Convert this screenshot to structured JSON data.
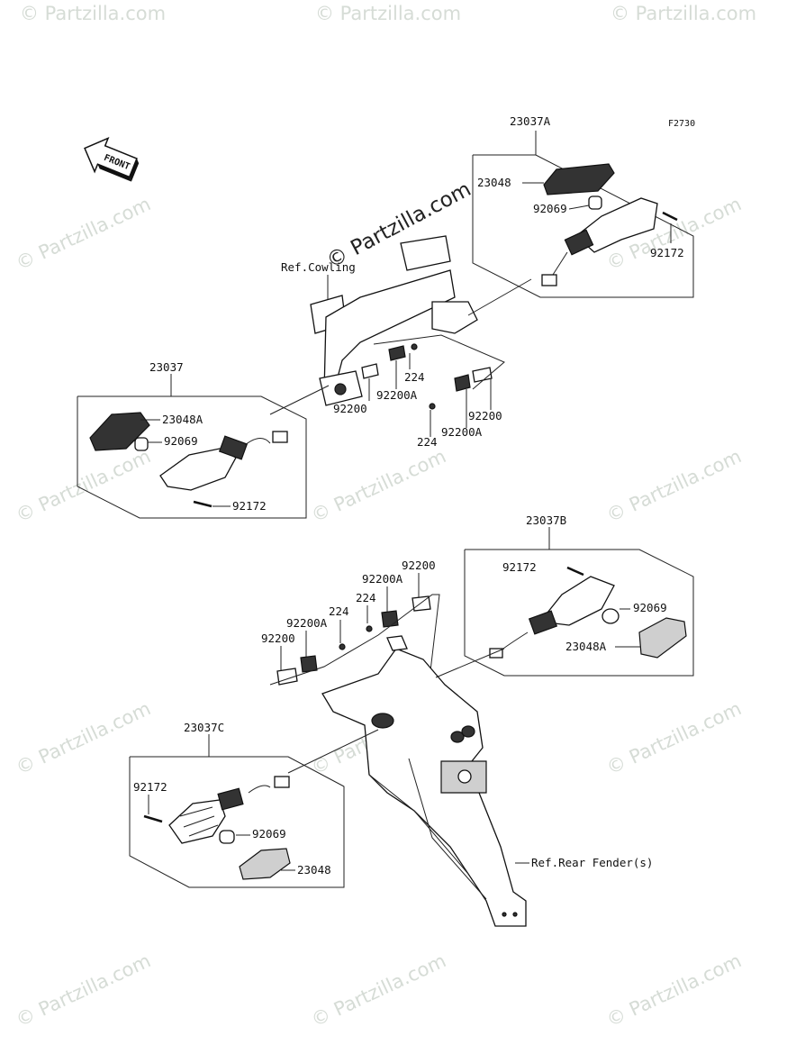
{
  "figure_code": "F2730",
  "front_label": "FRONT",
  "watermark": "© Partzilla.com",
  "callouts": {
    "a_23037A": "23037A",
    "a_23048": "23048",
    "a_92069": "92069",
    "a_92172": "92172",
    "ref_cowling": "Ref.Cowling",
    "fl_23037": "23037",
    "fl_23048A": "23048A",
    "fl_92069": "92069",
    "fl_92172": "92172",
    "m_224_1": "224",
    "m_92200A_1": "92200A",
    "m_92200_1": "92200",
    "m_92200_2": "92200",
    "m_224_2": "224",
    "m_92200A_2": "92200A",
    "b_23037B": "23037B",
    "b_92172": "92172",
    "b_92069": "92069",
    "b_23048A": "23048A",
    "r_92200_top": "92200",
    "r_92200A_top": "92200A",
    "r_224_top": "224",
    "r_224_left": "224",
    "r_92200A_left": "92200A",
    "r_92200_left": "92200",
    "c_23037C": "23037C",
    "c_92172": "92172",
    "c_92069": "92069",
    "c_23048": "23048",
    "ref_rear_fender": "Ref.Rear Fender(s)"
  }
}
